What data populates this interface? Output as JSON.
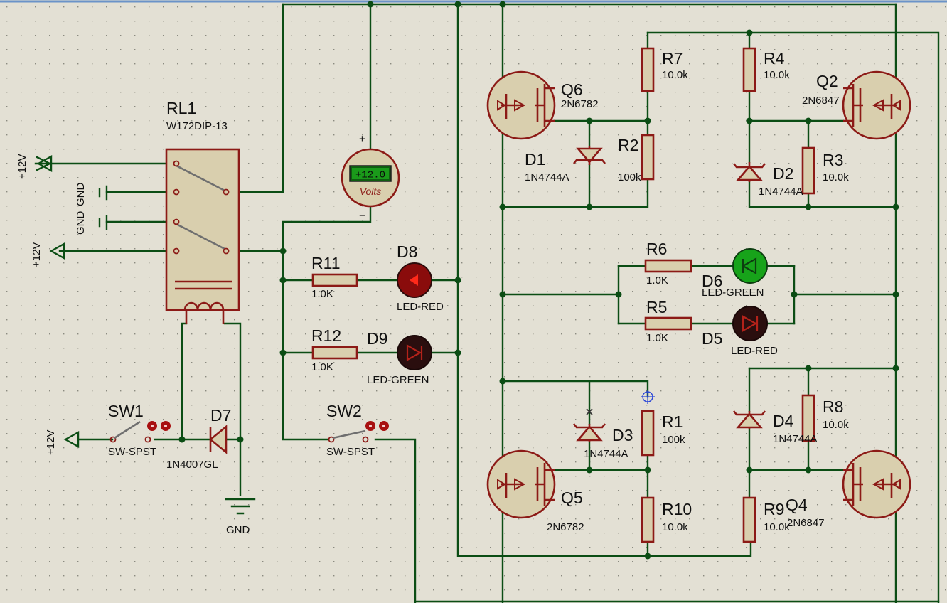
{
  "components": {
    "rl1": {
      "ref": "RL1",
      "value": "W172DIP-13"
    },
    "q6": {
      "ref": "Q6",
      "value": "2N6782"
    },
    "q2": {
      "ref": "Q2",
      "value": "2N6847"
    },
    "q5": {
      "ref": "Q5",
      "value": "2N6782"
    },
    "q4": {
      "ref": "Q4",
      "value": "2N6847"
    },
    "d1": {
      "ref": "D1",
      "value": "1N4744A"
    },
    "d2": {
      "ref": "D2",
      "value": "1N4744A"
    },
    "d3": {
      "ref": "D3",
      "value": "1N4744A"
    },
    "d4": {
      "ref": "D4",
      "value": "1N4744A"
    },
    "d5": {
      "ref": "D5",
      "value": "LED-RED"
    },
    "d6": {
      "ref": "D6",
      "value": "LED-GREEN"
    },
    "d7": {
      "ref": "D7",
      "value": "1N4007GL"
    },
    "d8": {
      "ref": "D8",
      "value": "LED-RED"
    },
    "d9": {
      "ref": "D9",
      "value": "LED-GREEN"
    },
    "r1": {
      "ref": "R1",
      "value": "100k"
    },
    "r2": {
      "ref": "R2",
      "value": "100k"
    },
    "r3": {
      "ref": "R3",
      "value": "10.0k"
    },
    "r4": {
      "ref": "R4",
      "value": "10.0k"
    },
    "r5": {
      "ref": "R5",
      "value": "1.0K"
    },
    "r6": {
      "ref": "R6",
      "value": "1.0K"
    },
    "r7": {
      "ref": "R7",
      "value": "10.0k"
    },
    "r8": {
      "ref": "R8",
      "value": "10.0k"
    },
    "r9": {
      "ref": "R9",
      "value": "10.0k"
    },
    "r10": {
      "ref": "R10",
      "value": "10.0k"
    },
    "r11": {
      "ref": "R11",
      "value": "1.0K"
    },
    "r12": {
      "ref": "R12",
      "value": "1.0K"
    },
    "sw1": {
      "ref": "SW1",
      "value": "SW-SPST"
    },
    "sw2": {
      "ref": "SW2",
      "value": "SW-SPST"
    }
  },
  "voltmeter": {
    "reading": "+12.0",
    "unit": "Volts",
    "plus": "+",
    "minus": "−"
  },
  "terminals": {
    "power": "+12V",
    "ground": "GND"
  },
  "colors": {
    "wire": "#0b4d14",
    "component": "#8c1a16",
    "background": "#e3e0d4",
    "led_red": "#8a0c0c",
    "led_green": "#17a31a",
    "meter_display": "#1a9a1a"
  }
}
